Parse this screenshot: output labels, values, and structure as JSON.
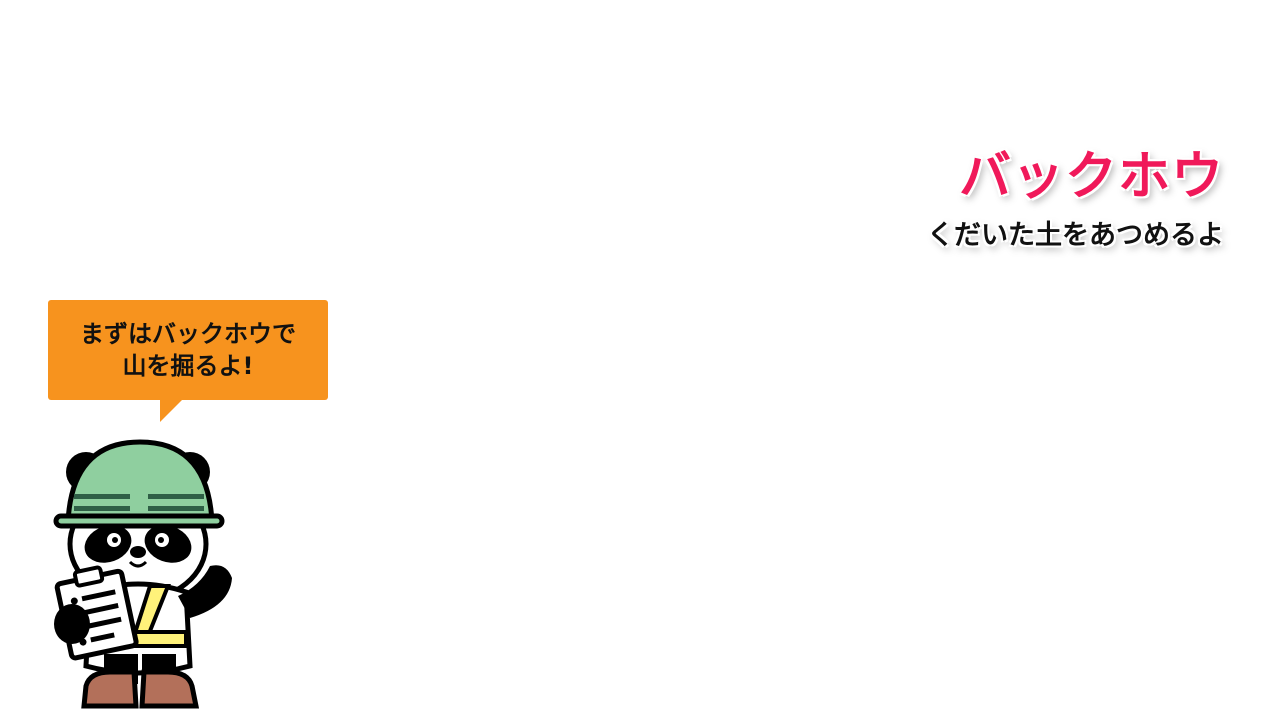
{
  "machine": {
    "title": "バックホウ",
    "subtitle": "くだいた土をあつめるよ"
  },
  "speech": {
    "line1": "まずはバックホウで",
    "line2": "山を掘るよ!"
  },
  "colors": {
    "title": "#f0195a",
    "bubble": "#f7931e",
    "helmet": "#8fcf9f",
    "vest_stripe": "#fff27a",
    "boots": "#b3705a"
  },
  "icons": {
    "mascot": "panda-worker-icon",
    "clipboard": "clipboard-icon"
  }
}
